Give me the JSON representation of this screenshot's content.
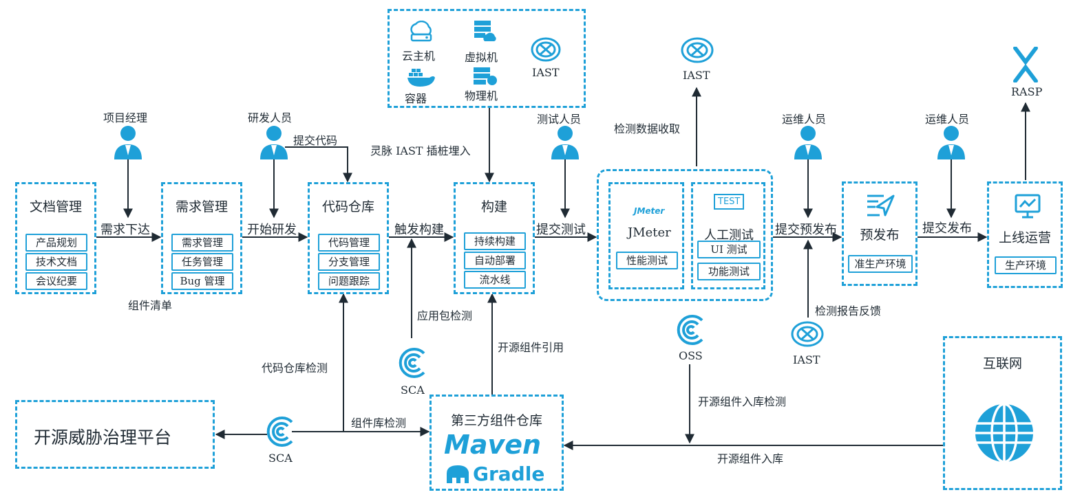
{
  "colors": {
    "accent": "#1ea0d8",
    "line": "#1f2a33"
  },
  "top_env": {
    "cloud_host": "云主机",
    "vm": "虚拟机",
    "iast": "IAST",
    "container": "容器",
    "physical": "物理机"
  },
  "roles": {
    "pm": "项目经理",
    "dev": "研发人员",
    "tester": "测试人员",
    "ops1": "运维人员",
    "ops2": "运维人员"
  },
  "doc": {
    "title": "文档管理",
    "items": [
      "产品规划",
      "技术文档",
      "会议纪要"
    ]
  },
  "req": {
    "title": "需求管理",
    "items": [
      "需求管理",
      "任务管理",
      "Bug 管理"
    ]
  },
  "repo": {
    "title": "代码仓库",
    "items": [
      "代码管理",
      "分支管理",
      "问题跟踪"
    ]
  },
  "build": {
    "title": "构建",
    "items": [
      "持续构建",
      "自动部署",
      "流水线"
    ]
  },
  "test": {
    "jmeter_logo": "JMeter",
    "jmeter": "JMeter",
    "perf": "性能测试",
    "test_logo": "TEST",
    "manual": "人工测试",
    "ui": "UI 测试",
    "func": "功能测试"
  },
  "prerelease": {
    "title": "预发布",
    "env": "准生产环境"
  },
  "online": {
    "title": "上线运营",
    "env": "生产环境"
  },
  "internet": {
    "title": "互联网"
  },
  "third": {
    "title": "第三方组件仓库",
    "maven": "Maven",
    "gradle": "Gradle"
  },
  "platform": {
    "title": "开源威胁治理平台"
  },
  "edges": {
    "req_issue": "需求下达",
    "start_dev": "开始研发",
    "commit": "提交代码",
    "trigger_build": "触发构建",
    "submit_test": "提交测试",
    "submit_pre": "提交预发布",
    "submit_release": "提交发布",
    "iast_inject": "灵脉 IAST 插桩埋入",
    "collect": "检测数据收取",
    "feedback": "检测报告反馈",
    "components": "组件清单",
    "pkg_check": "应用包检测",
    "oss_ref": "开源组件引用",
    "repo_check": "代码仓库检测",
    "lib_check": "组件库检测",
    "oss_in_check": "开源组件入库检测",
    "oss_in": "开源组件入库"
  },
  "nodes": {
    "iast_top": "IAST",
    "rasp": "RASP",
    "iast_bottom": "IAST",
    "oss": "OSS",
    "sca1": "SCA",
    "sca2": "SCA"
  }
}
